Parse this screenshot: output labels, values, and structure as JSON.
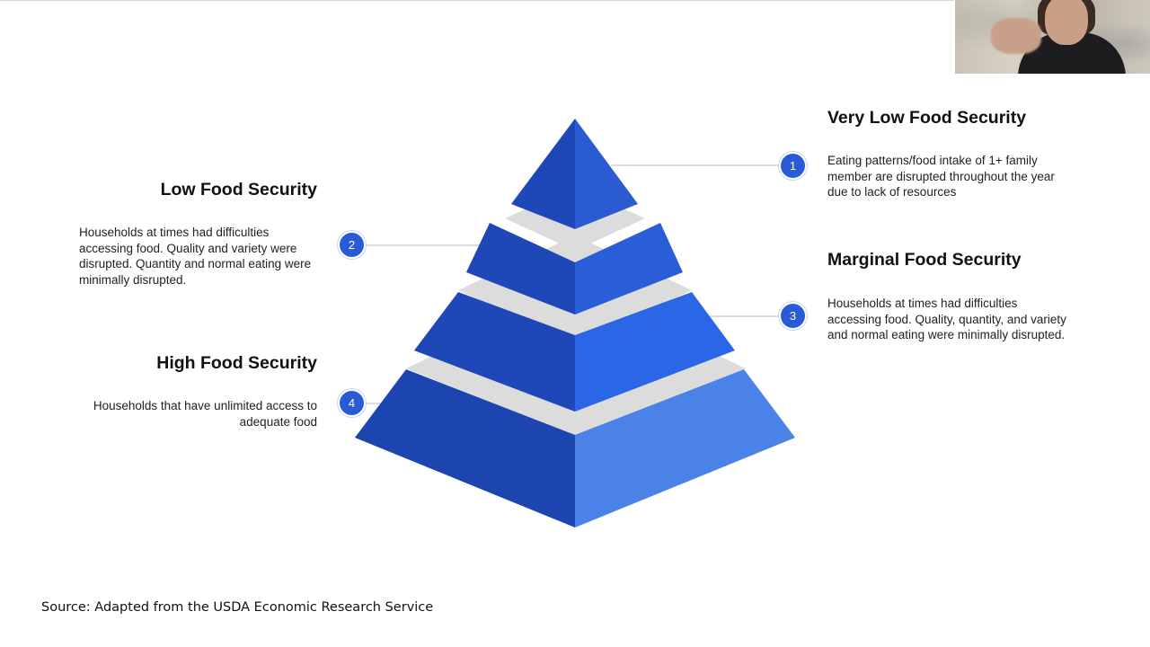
{
  "tiers": [
    {
      "number": "1",
      "title": "Very Low Food Security",
      "description": "Eating patterns/food intake of 1+ family member are disrupted throughout the year due to lack of resources"
    },
    {
      "number": "2",
      "title": "Low Food Security",
      "description": "Households at times had difficulties accessing food. Quality and variety were disrupted. Quantity and normal eating were minimally disrupted."
    },
    {
      "number": "3",
      "title": "Marginal Food Security",
      "description": "Households at times had difficulties accessing food. Quality, quantity, and variety and normal eating were minimally disrupted."
    },
    {
      "number": "4",
      "title": "High Food Security",
      "description": "Households that have unlimited access to adequate food"
    }
  ],
  "source": "Source: Adapted from the USDA Economic Research Service",
  "colors": {
    "pyramid_left": [
      "#1e47b8",
      "#1e47b8",
      "#1e47b8",
      "#1d45b0"
    ],
    "pyramid_right": [
      "#2a5bd0",
      "#2a5dd8",
      "#2b66e6",
      "#4a82e8"
    ],
    "gap": "#dcdcdc",
    "badge": "#2a5bd7",
    "connector": "#c8c8c8"
  }
}
